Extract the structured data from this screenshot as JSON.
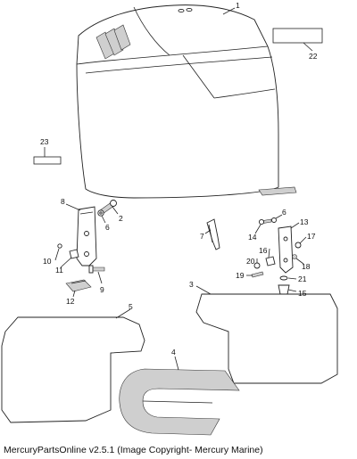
{
  "callouts": {
    "c1": "1",
    "c2": "2",
    "c3": "3",
    "c4": "4",
    "c5": "5",
    "c6a": "6",
    "c6b": "6",
    "c7": "7",
    "c8": "8",
    "c9": "9",
    "c10": "10",
    "c11": "11",
    "c12": "12",
    "c13": "13",
    "c14": "14",
    "c15": "15",
    "c16": "16",
    "c17": "17",
    "c18": "18",
    "c19": "19",
    "c20": "20",
    "c21": "21",
    "c22": "22",
    "c23": "23"
  },
  "caption": "MercuryPartsOnline v2.5.1 (Image Copyright- Mercury Marine)"
}
